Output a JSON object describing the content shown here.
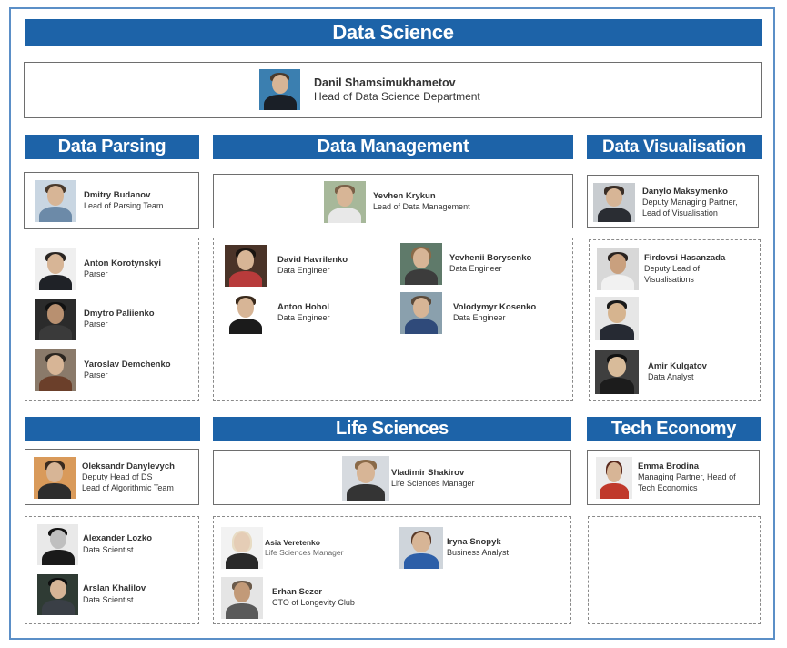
{
  "title": "Data Science",
  "head": {
    "name": "Danil Shamsimukhametov",
    "role": "Head of Data Science Department"
  },
  "sections": {
    "parsing": {
      "title": "Data Parsing",
      "lead": {
        "name": "Dmitry Budanov",
        "role": "Lead of Parsing Team"
      },
      "members": [
        {
          "name": "Anton Korotynskyi",
          "role": "Parser"
        },
        {
          "name": "Dmytro Paliienko",
          "role": "Parser"
        },
        {
          "name": "Yaroslav Demchenko",
          "role": "Parser"
        }
      ]
    },
    "management": {
      "title": "Data Management",
      "lead": {
        "name": "Yevhen Krykun",
        "role": "Lead of Data Management"
      },
      "members": [
        {
          "name": "David Havrilenko",
          "role": "Data Engineer"
        },
        {
          "name": "Anton Hohol",
          "role": "Data Engineer"
        },
        {
          "name": "Yevhenii Borysenko",
          "role": "Data Engineer"
        },
        {
          "name": "Volodymyr Kosenko",
          "role": "Data Engineer"
        }
      ]
    },
    "visualisation": {
      "title": "Data Visualisation",
      "lead": {
        "name": "Danylo Maksymenko",
        "role_line1": "Deputy Managing Partner,",
        "role_line2": "Lead of Visualisation"
      },
      "members": [
        {
          "name": "Firdovsi Hasanzada",
          "role_line1": "Deputy  Lead of",
          "role_line2": "Visualisations"
        },
        {
          "name": "Amir Kulgatov",
          "role": "Data Analyst"
        }
      ]
    },
    "algorithmic": {
      "title": "",
      "lead": {
        "name": "Oleksandr Danylevych",
        "role_line1": "Deputy Head of DS",
        "role_line2": "Lead of Algorithmic Team"
      },
      "members": [
        {
          "name": "Alexander Lozko",
          "role": "Data Scientist"
        },
        {
          "name": "Arslan Khalilov",
          "role": "Data Scientist"
        }
      ]
    },
    "life": {
      "title": "Life Sciences",
      "lead": {
        "name": "Vladimir Shakirov",
        "role": "Life Sciences Manager"
      },
      "members": [
        {
          "name": "Asia Veretenko",
          "role": "Life Sciences Manager"
        },
        {
          "name": "Iryna Snopyk",
          "role": "Business Analyst"
        },
        {
          "name": "Erhan Sezer",
          "role": "CTO of Longevity Club"
        }
      ]
    },
    "tech": {
      "title": "Tech Economy",
      "lead": {
        "name": "Emma Brodina",
        "role_line1": "Managing Partner, Head of",
        "role_line2": "Tech Economics"
      },
      "members": []
    }
  },
  "colors": {
    "bar": "#1d63a8",
    "frame": "#5b8fc7"
  }
}
